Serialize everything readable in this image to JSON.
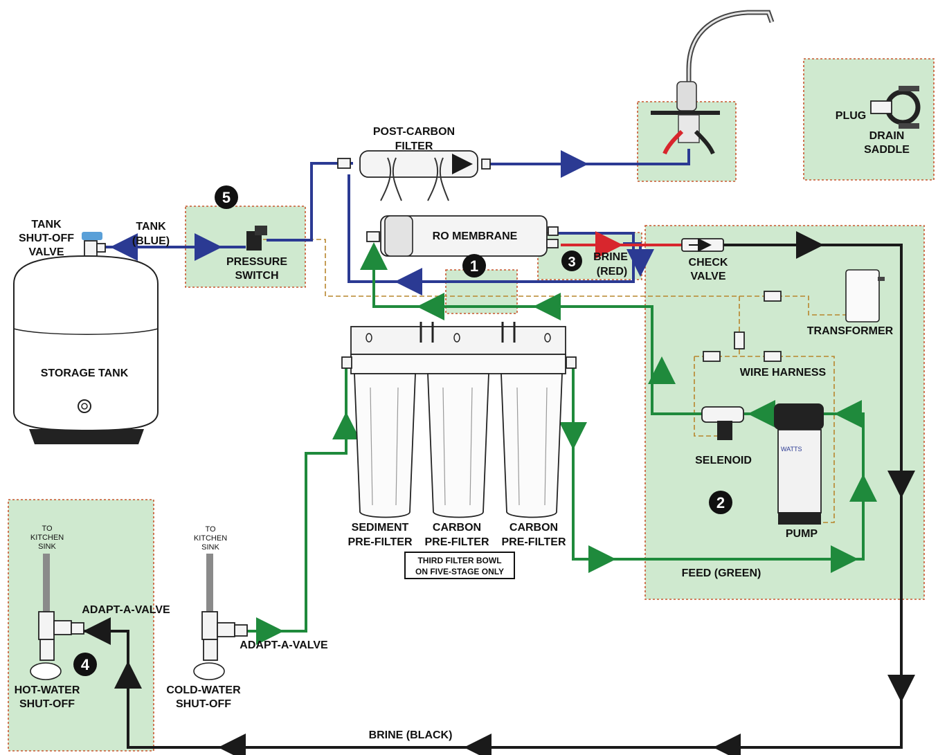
{
  "labels": {
    "post_carbon_filter": [
      "POST-CARBON",
      "FILTER"
    ],
    "ro_membrane": "RO MEMBRANE",
    "brine_red": [
      "BRINE",
      "(RED)"
    ],
    "check_valve": [
      "CHECK",
      "VALVE"
    ],
    "plug": "PLUG",
    "drain_saddle": [
      "DRAIN",
      "SADDLE"
    ],
    "tank_shutoff_valve": [
      "TANK",
      "SHUT-OFF",
      "VALVE"
    ],
    "tank_blue": [
      "TANK",
      "(BLUE)"
    ],
    "pressure_switch": [
      "PRESSURE",
      "SWITCH"
    ],
    "storage_tank": "STORAGE TANK",
    "transformer": "TRANSFORMER",
    "wire_harness": "WIRE HARNESS",
    "selenoid": "SELENOID",
    "pump": "PUMP",
    "pump_brand": "WATTS",
    "feed_green": "FEED (GREEN)",
    "sediment_prefilter": [
      "SEDIMENT",
      "PRE-FILTER"
    ],
    "carbon_prefilter_1": [
      "CARBON",
      "PRE-FILTER"
    ],
    "carbon_prefilter_2": [
      "CARBON",
      "PRE-FILTER"
    ],
    "third_filter_note": [
      "THIRD FILTER BOWL",
      "ON FIVE-STAGE ONLY"
    ],
    "to_kitchen_sink_hot": [
      "TO",
      "KITCHEN",
      "SINK"
    ],
    "to_kitchen_sink_cold": [
      "TO",
      "KITCHEN",
      "SINK"
    ],
    "adapt_a_valve_hot": "ADAPT-A-VALVE",
    "adapt_a_valve_cold": "ADAPT-A-VALVE",
    "hot_water_shutoff": [
      "HOT-WATER",
      "SHUT-OFF"
    ],
    "cold_water_shutoff": [
      "COLD-WATER",
      "SHUT-OFF"
    ],
    "brine_black": "BRINE (BLACK)"
  },
  "markers": [
    "1",
    "2",
    "3",
    "4",
    "5"
  ],
  "colors": {
    "zone_fill": "#cfe9cf",
    "zone_border": "#c8552d",
    "blue_line": "#2b3a93",
    "green_line": "#1f8a3c",
    "black_line": "#1a1a1a",
    "red_line": "#d8262d",
    "wire": "#b7852c"
  }
}
